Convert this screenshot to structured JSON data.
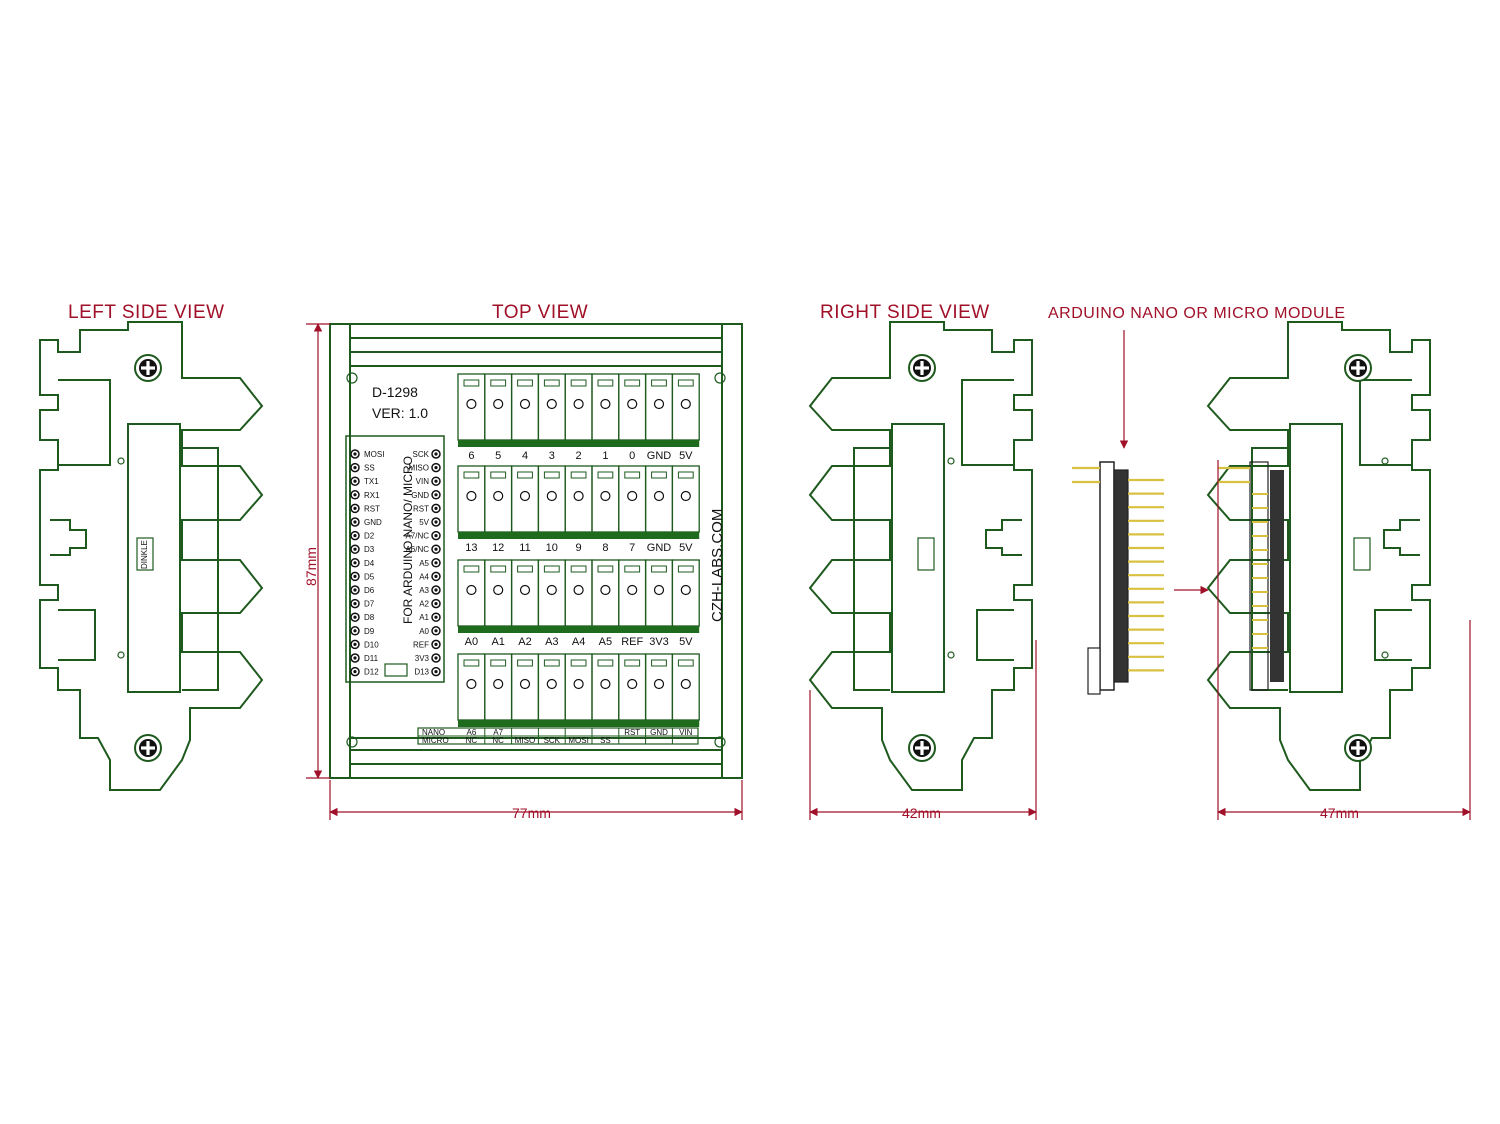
{
  "views": {
    "left_side": "LEFT SIDE VIEW",
    "top": "TOP VIEW",
    "right_side": "RIGHT SIDE VIEW",
    "module": "ARDUINO NANO OR MICRO MODULE"
  },
  "dimensions": {
    "height": "87mm",
    "width": "77mm",
    "right_width": "42mm",
    "module_width": "47mm"
  },
  "board": {
    "model": "D-1298",
    "version": "VER: 1.0",
    "side_text": "FOR ARDUINO NANO/ MICRO",
    "website": "CZH-LABS.COM",
    "logo": "DINKLE"
  },
  "header_left_pins": [
    "MOSI",
    "SS",
    "TX1",
    "RX1",
    "RST",
    "GND",
    "D2",
    "D3",
    "D4",
    "D5",
    "D6",
    "D7",
    "D8",
    "D9",
    "D10",
    "D11",
    "D12"
  ],
  "header_right_pins": [
    "SCK",
    "MISO",
    "VIN",
    "GND",
    "RST",
    "5V",
    "A7/NC",
    "A6/NC",
    "A5",
    "A4",
    "A3",
    "A2",
    "A1",
    "A0",
    "REF",
    "3V3",
    "D13"
  ],
  "terminal_rows": [
    [
      "6",
      "5",
      "4",
      "3",
      "2",
      "1",
      "0",
      "GND",
      "5V"
    ],
    [
      "13",
      "12",
      "11",
      "10",
      "9",
      "8",
      "7",
      "GND",
      "5V"
    ],
    [
      "A0",
      "A1",
      "A2",
      "A3",
      "A4",
      "A5",
      "REF",
      "3V3",
      "5V"
    ]
  ],
  "bottom_row": {
    "nano_label": "NANO",
    "micro_label": "MICRO",
    "nano": [
      "A6",
      "A7",
      "",
      "",
      "",
      "",
      "RST",
      "GND",
      "VIN"
    ],
    "micro": [
      "NC",
      "NC",
      "MISO",
      "SCK",
      "MOSI",
      "SS",
      "",
      "",
      ""
    ]
  },
  "colors": {
    "outline": "#1e5a1e",
    "accent": "#a01028",
    "bar": "#1e6b1e"
  }
}
